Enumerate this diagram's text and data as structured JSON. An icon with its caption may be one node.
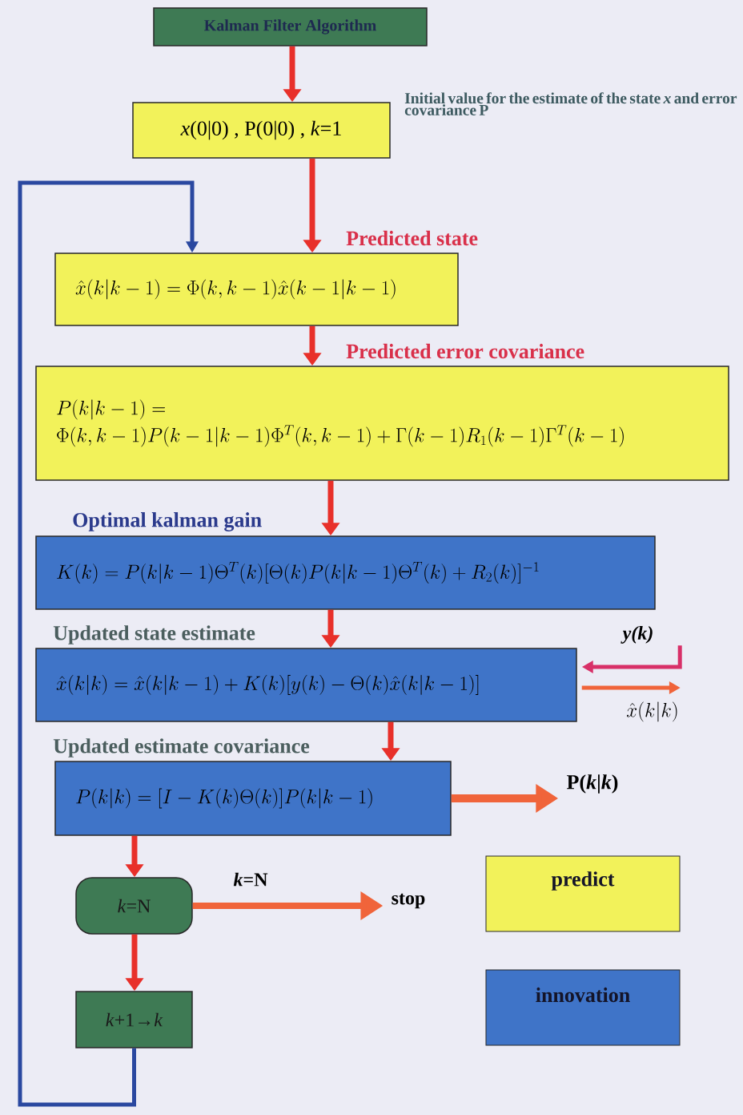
{
  "diagram": {
    "nodes": [
      {
        "text": [
          "Kalman Filter Algorithm"
        ]
      },
      {
        "text": [
          "*x*(0|0) , P(0|0) , *k*=1"
        ],
        "beside": [
          "Initial value for the estimate of the state *x* and error covariance P"
        ]
      },
      {
        "text": [
          "Predicted state",
          "\\hat{x}(k|k-1)=\\Phi(k,k-1)\\hat{x}(k-1|k-1)"
        ]
      },
      {
        "text": [
          "Predicted error covariance",
          "P(k|k-1)=",
          "\\Phi(k,k-1)P(k-1|k-1)\\Phi^{T}(k,k-1)+\\Gamma(k-1)R_{1}(k-1)\\Gamma^{T}(k-1)"
        ]
      },
      {
        "text": [
          "Optimal kalman gain",
          "K(k)=P(k|k-1)\\Theta^{T}(k)[\\Theta(k)P(k|k-1)\\Theta^{T}(k)+R_{2}(k)]^{-1}"
        ]
      },
      {
        "text": [
          "Updated state estimate",
          "\\hat{x}(k|k)=\\hat{x}(k|k-1)+K(k)[y(k)-\\Theta(k)\\hat{x}(k|k-1)]"
        ]
      },
      {
        "text": [
          "Updated estimate covariance",
          "P(k|k)=[I-K(k)\\Theta(k)]P(k|k-1)"
        ]
      },
      {
        "text": [
          "*k*=N"
        ]
      },
      {
        "text": [
          "*k*+1→*k*"
        ]
      },
      {
        "text": [
          "stop"
        ]
      },
      {
        "text": [
          "P(*k*|*k*)"
        ]
      },
      {
        "text": [
          "*y*(*k*)"
        ]
      },
      {
        "text": [
          "\\hat{x}(k|k)"
        ]
      }
    ],
    "edges": [
      {
        "from": 0,
        "to": 1,
        "arrow": "to"
      },
      {
        "from": 1,
        "to": 2,
        "arrow": "to"
      },
      {
        "from": 2,
        "to": 3,
        "arrow": "to"
      },
      {
        "from": 3,
        "to": 4,
        "arrow": "to"
      },
      {
        "from": 4,
        "to": 5,
        "arrow": "to"
      },
      {
        "from": 5,
        "to": 6,
        "arrow": "to"
      },
      {
        "from": 6,
        "to": 7,
        "arrow": "to"
      },
      {
        "from": 7,
        "to": 9,
        "arrow": "to",
        "label": "*k*=N",
        "color": "#f0643a"
      },
      {
        "from": 7,
        "to": 8,
        "arrow": "to"
      },
      {
        "from": 8,
        "to": 2,
        "arrow": "to",
        "color": "#2a48a0"
      },
      {
        "from": 11,
        "to": 5,
        "arrow": "to",
        "color": "#d83068"
      },
      {
        "from": 5,
        "to": 12,
        "arrow": "to",
        "color": "#f0643a"
      },
      {
        "from": 6,
        "to": 10,
        "arrow": "to",
        "color": "#f0643a"
      }
    ],
    "legend": [
      {
        "text": "predict",
        "color": "#f2f25a"
      },
      {
        "text": "innovation",
        "color": "#3f74c8"
      }
    ]
  }
}
